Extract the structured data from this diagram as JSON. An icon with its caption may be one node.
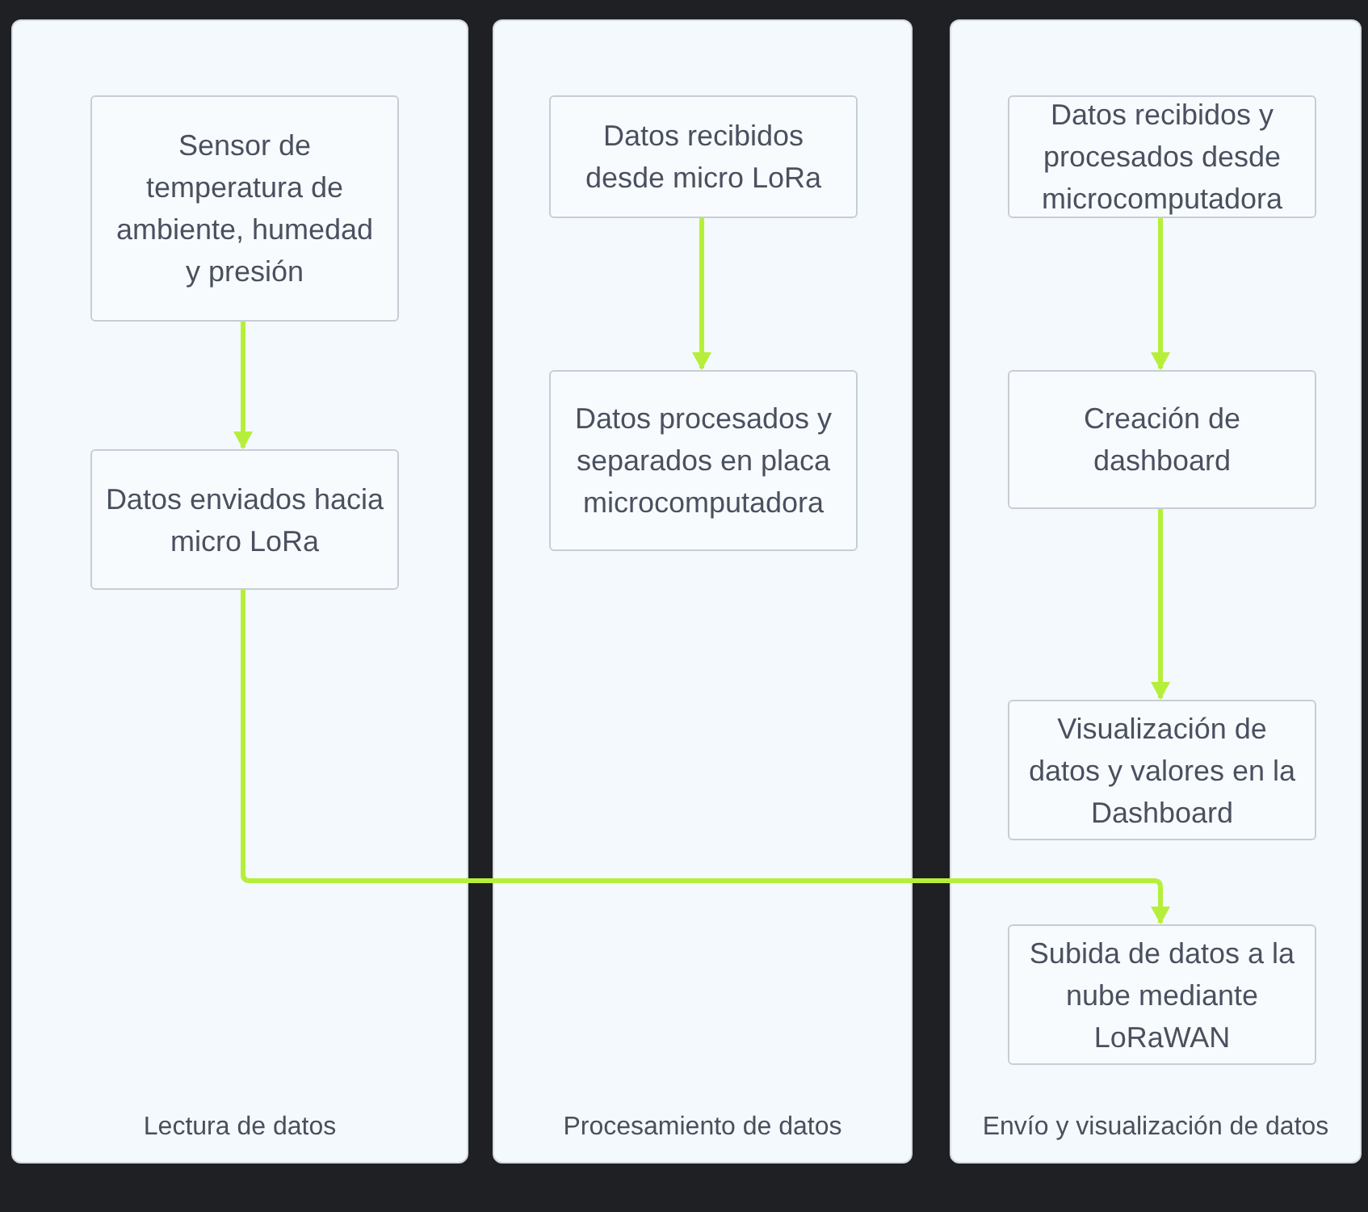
{
  "diagram": {
    "nodes": [
      {
        "text": [
          "Lectura de datos"
        ]
      },
      {
        "text": [
          "Sensor de temperatura de ambiente, humedad y presión"
        ],
        "in": 0
      },
      {
        "text": [
          "Datos enviados hacia micro LoRa"
        ],
        "in": 0
      },
      {
        "text": [
          "Procesamiento de datos"
        ]
      },
      {
        "text": [
          "Datos recibidos desde micro LoRa"
        ],
        "in": 3
      },
      {
        "text": [
          "Datos procesados y separados en placa microcomputadora"
        ],
        "in": 3
      },
      {
        "text": [
          "Envío y visualización de datos"
        ]
      },
      {
        "text": [
          "Datos recibidos y procesados desde microcomputadora"
        ],
        "in": 6
      },
      {
        "text": [
          "Creación de dashboard"
        ],
        "in": 6
      },
      {
        "text": [
          "Visualización de datos y valores en la Dashboard"
        ],
        "in": 6
      },
      {
        "text": [
          "Subida de datos a la nube mediante LoRaWAN"
        ],
        "in": 6
      }
    ],
    "edges": [
      {
        "from": 1,
        "to": 2,
        "arrow": "to"
      },
      {
        "from": 4,
        "to": 5,
        "arrow": "to"
      },
      {
        "from": 7,
        "to": 8,
        "arrow": "to"
      },
      {
        "from": 8,
        "to": 9,
        "arrow": "to"
      },
      {
        "from": 2,
        "to": 10,
        "arrow": "to"
      }
    ]
  }
}
